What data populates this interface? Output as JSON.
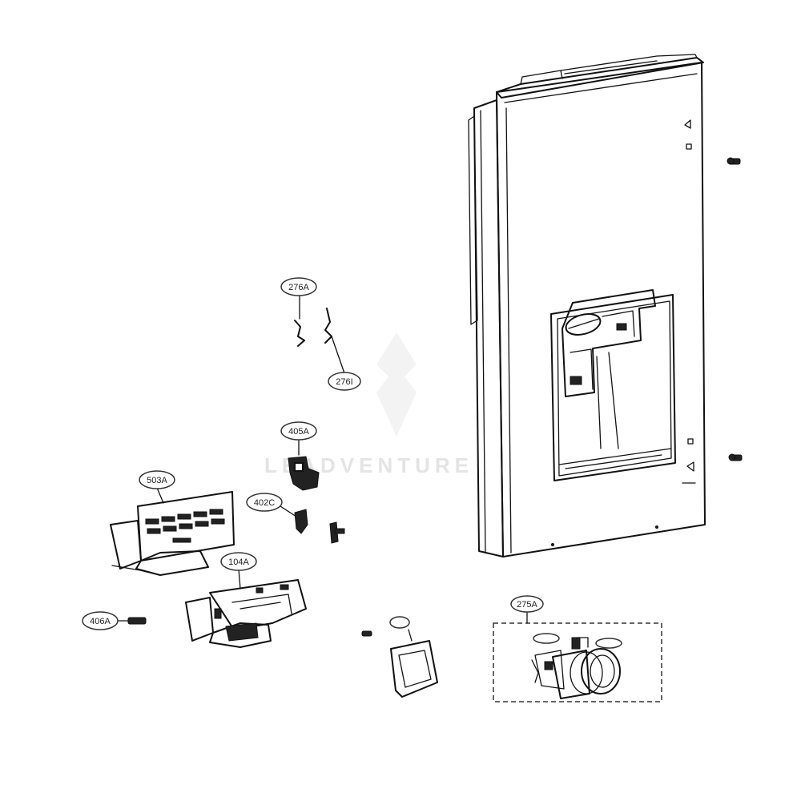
{
  "callouts": {
    "c276A": "276A",
    "c276I": "276I",
    "c405A": "405A",
    "c402C": "402C",
    "c503A": "503A",
    "c104A": "104A",
    "c406A": "406A",
    "c275A": "275A"
  },
  "watermark": "LEADVENTURE"
}
